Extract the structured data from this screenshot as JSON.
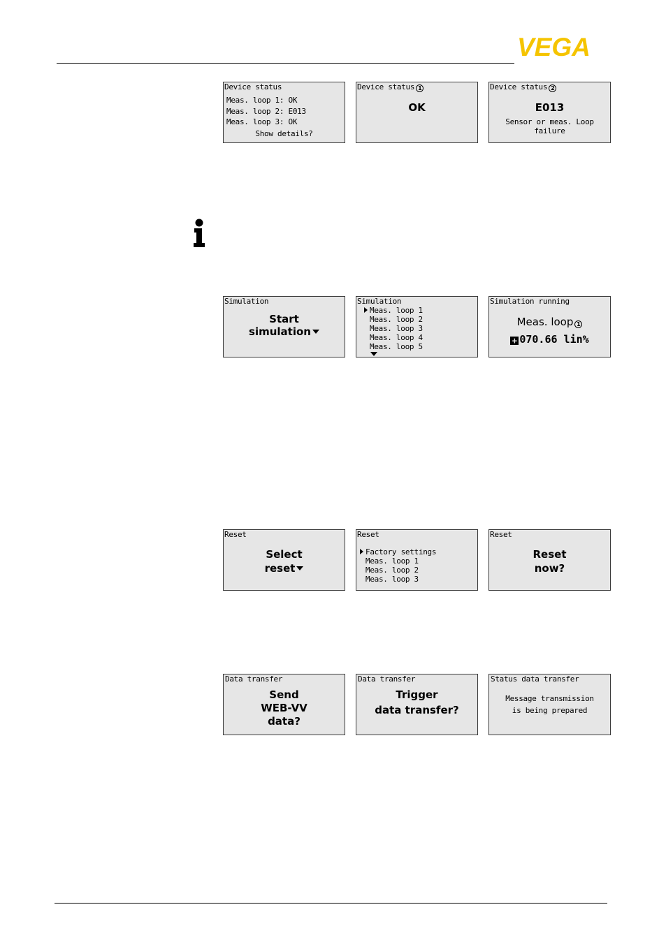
{
  "logo": {
    "text": "VEGA",
    "color": "#f5c400"
  },
  "icons": {
    "info": "info-icon"
  },
  "row1": {
    "screen1": {
      "title": "Device status",
      "lines": [
        "Meas. loop 1:  OK",
        "Meas. loop 2:   E013",
        "Meas. loop 3:  OK"
      ],
      "prompt": "Show details?"
    },
    "screen2": {
      "title": "Device status",
      "badge": "1",
      "value": "OK"
    },
    "screen3": {
      "title": "Device status",
      "badge": "2",
      "code": "E013",
      "message_line1": "Sensor or meas. Loop",
      "message_line2": "failure"
    }
  },
  "row2": {
    "screen1": {
      "title": "Simulation",
      "line1": "Start",
      "line2": "simulation"
    },
    "screen2": {
      "title": "Simulation",
      "items": [
        "Meas. loop 1",
        "Meas. loop 2",
        "Meas. loop 3",
        "Meas. loop 4",
        "Meas. loop 5"
      ]
    },
    "screen3": {
      "title": "Simulation running",
      "loop_label": "Meas. loop",
      "badge": "1",
      "value": "070.66 lin%",
      "sign": "+"
    }
  },
  "row3": {
    "screen1": {
      "title": "Reset",
      "line1": "Select",
      "line2": "reset"
    },
    "screen2": {
      "title": "Reset",
      "items": [
        "Factory settings",
        "Meas. loop 1",
        "Meas. loop 2",
        "Meas. loop 3"
      ]
    },
    "screen3": {
      "title": "Reset",
      "line1": "Reset",
      "line2": "now?"
    }
  },
  "row4": {
    "screen1": {
      "title": "Data transfer",
      "line1": "Send",
      "line2": "WEB-VV",
      "line3": "data?"
    },
    "screen2": {
      "title": "Data transfer",
      "line1": "Trigger",
      "line2": "data transfer?"
    },
    "screen3": {
      "title": "Status data transfer",
      "line1": "Message transmission",
      "line2": "is being prepared"
    }
  }
}
